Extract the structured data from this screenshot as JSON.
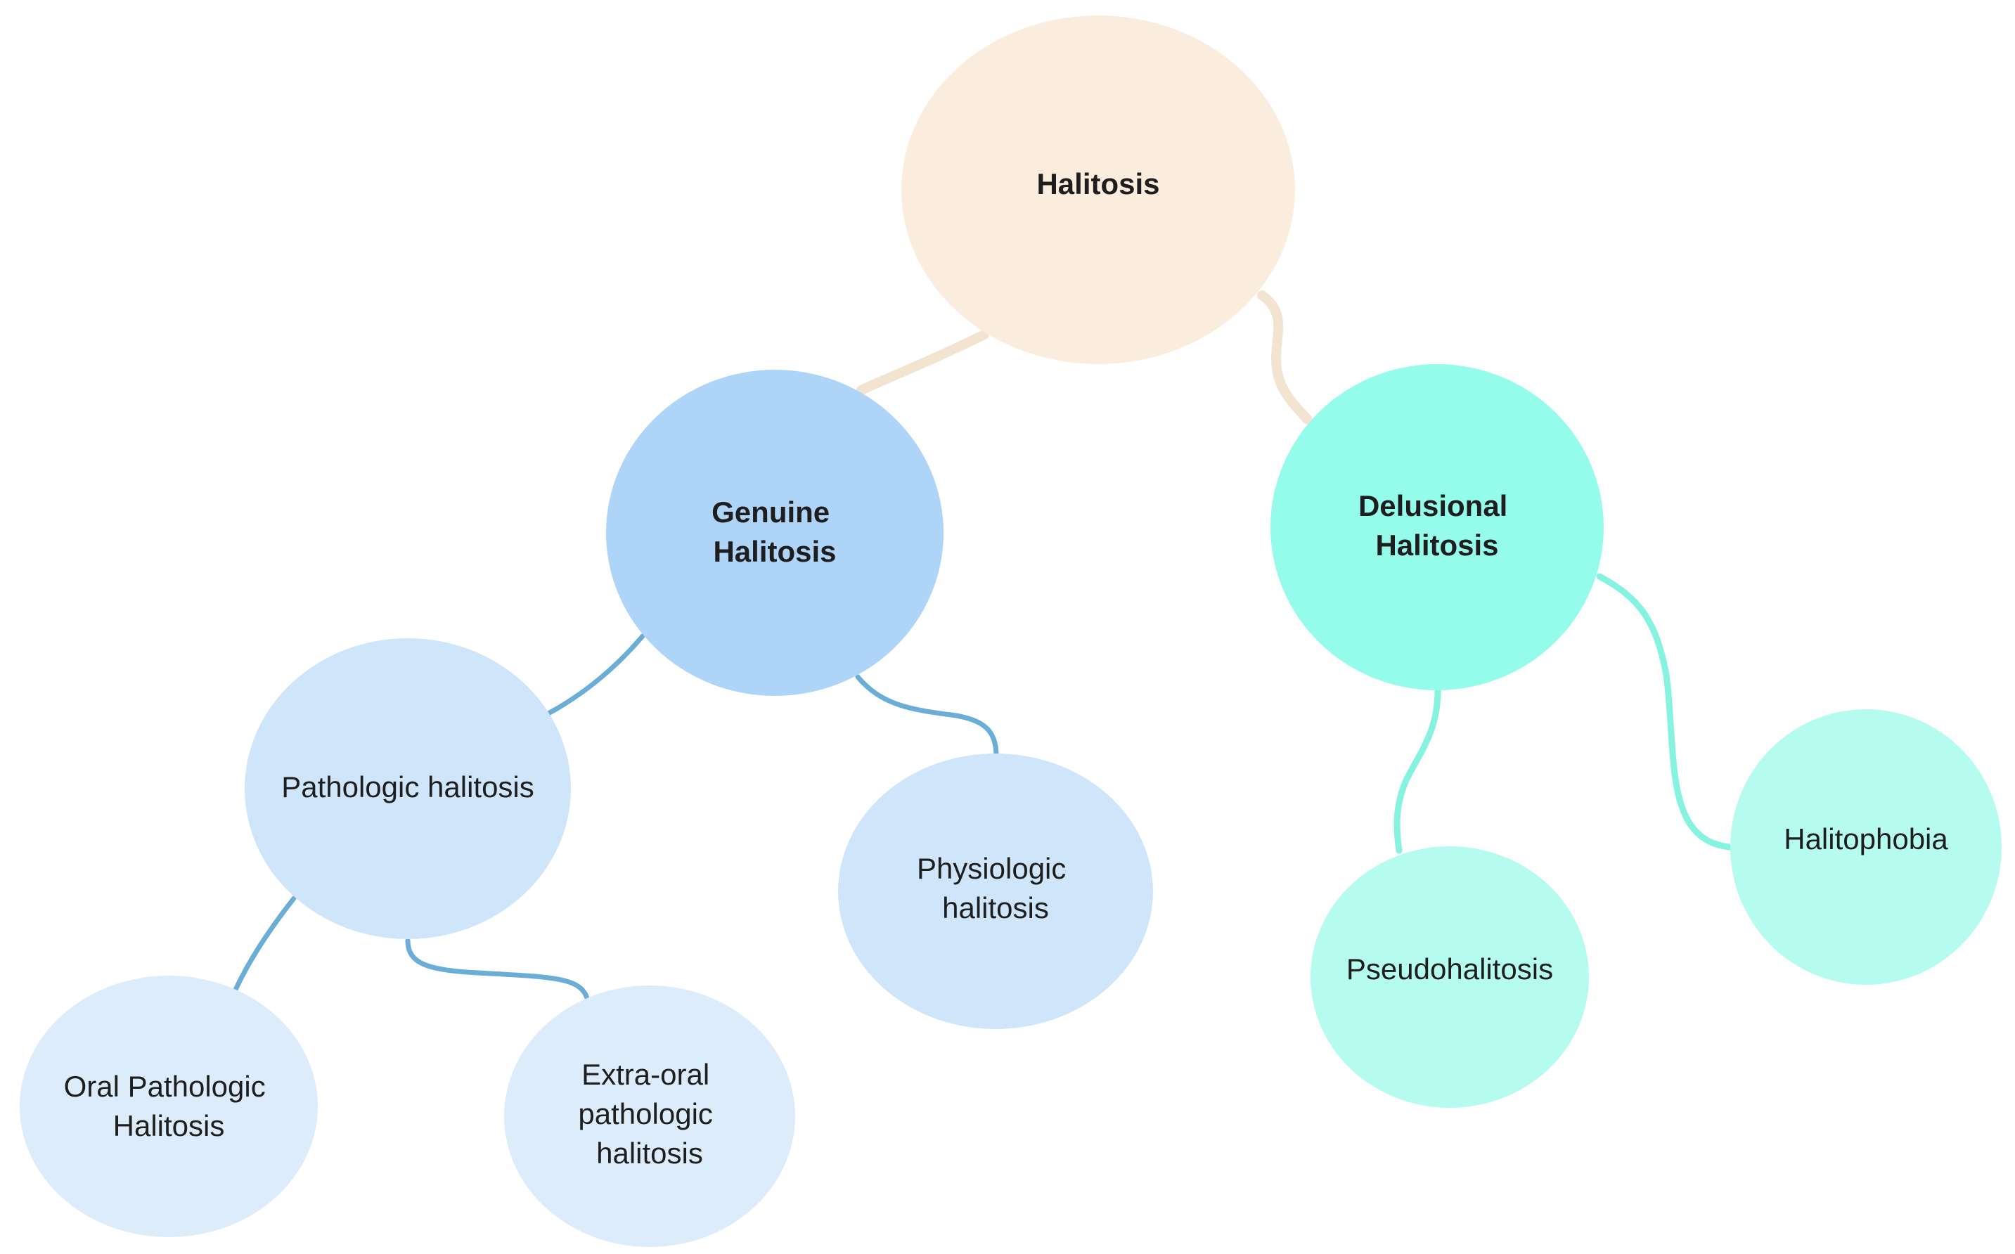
{
  "colors": {
    "root_fill": "#fbeddd",
    "root_edge": "#f3e4d2",
    "genuine_fill": "#aed4f7",
    "genuine_edge": "#6aaed8",
    "genuine_child_fill": "#cfe5f9",
    "genuine_grandchild_fill": "#ddecfa",
    "delusional_fill": "#95fbea",
    "delusional_edge": "#86f2e0",
    "delusional_child_fill": "#b5fbef",
    "text": "#1e1e1e"
  },
  "nodes": {
    "root": {
      "lines": [
        "Halitosis"
      ]
    },
    "genuine": {
      "lines": [
        "Genuine",
        "Halitosis"
      ]
    },
    "delusional": {
      "lines": [
        "Delusional",
        "Halitosis"
      ]
    },
    "pathologic": {
      "lines": [
        "Pathologic halitosis"
      ]
    },
    "physiologic": {
      "lines": [
        "Physiologic",
        "halitosis"
      ]
    },
    "oral_pathologic": {
      "lines": [
        "Oral Pathologic",
        "Halitosis"
      ]
    },
    "extra_oral": {
      "lines": [
        "Extra-oral",
        "pathologic",
        "halitosis"
      ]
    },
    "pseudohalitosis": {
      "lines": [
        "Pseudohalitosis"
      ]
    },
    "halitophobia": {
      "lines": [
        "Halitophobia"
      ]
    }
  }
}
